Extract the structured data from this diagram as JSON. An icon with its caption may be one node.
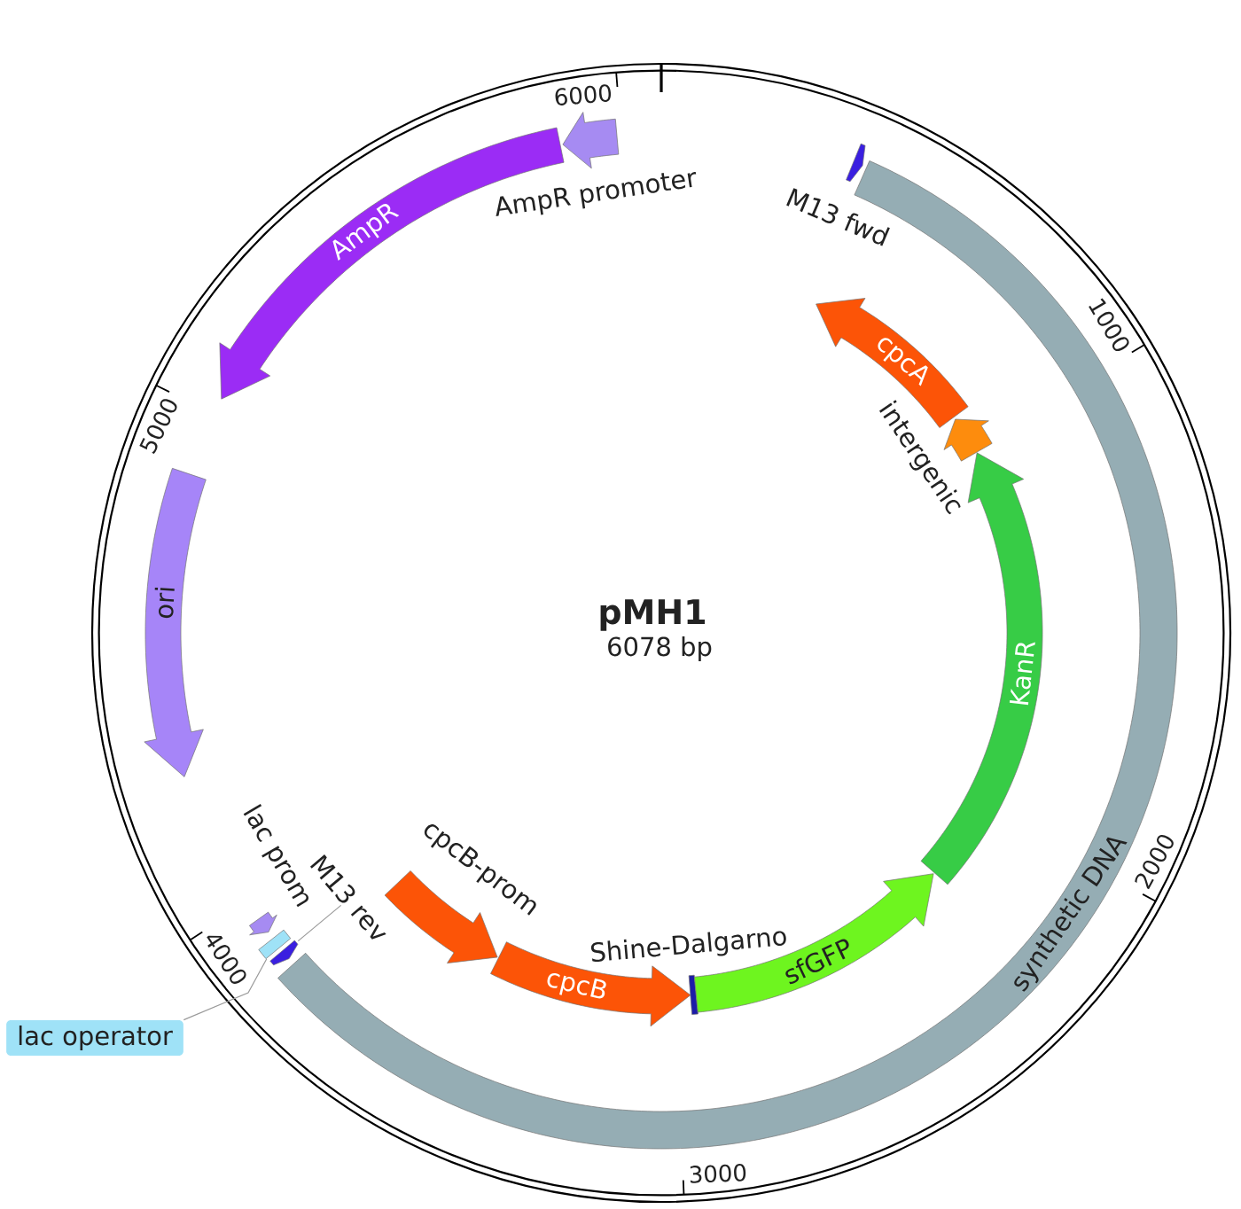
{
  "diagram": {
    "title": "pMH1",
    "nodes": [
      {
        "text": [],
        "shape": "arrow",
        "beside": [
          "AmpR promoter"
        ]
      },
      {
        "text": [],
        "shape": "arrow",
        "beside": [
          "M13 fwd"
        ]
      },
      {
        "text": [
          "AmpR"
        ]
      },
      {
        "text": [
          "synthetic DNA"
        ]
      },
      {
        "text": [
          "cpcA"
        ]
      },
      {
        "text": [],
        "shape": "arrow",
        "beside": [
          "intergenic"
        ]
      },
      {
        "text": [
          "ori"
        ]
      },
      {
        "text": [
          "KanR"
        ]
      },
      {
        "text": [],
        "shape": "arrow",
        "beside": [
          "lac prom"
        ]
      },
      {
        "text": [
          "M13 rev"
        ]
      },
      {
        "text": [],
        "shape": "arrow"
      },
      {
        "text": [],
        "shape": "bar"
      },
      {
        "text": [
          "lac operator"
        ]
      },
      {
        "text": [],
        "shape": "arrow",
        "beside": [
          "cpcB-prom"
        ]
      },
      {
        "text": [
          "cpcB"
        ]
      },
      {
        "text": [],
        "shape": "bar",
        "beside": [
          "Shine-Dalgarno"
        ]
      },
      {
        "text": [
          "sfGFP"
        ]
      }
    ],
    "edges": [
      {
        "from": 12,
        "to": 11,
        "arrow": "none"
      },
      {
        "from": 9,
        "to": 10,
        "arrow": "none"
      }
    ],
    "labels": [
      "6000",
      "1000",
      "5000",
      "6078 bp",
      "2000",
      "4000",
      "3000"
    ]
  }
}
